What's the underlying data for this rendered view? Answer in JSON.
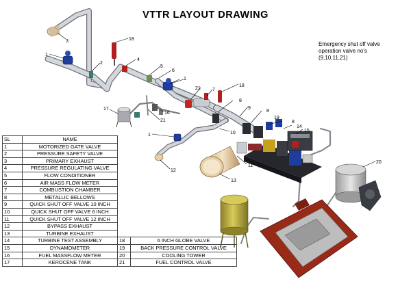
{
  "title": "VTTR LAYOUT DRAWING",
  "note": [
    "Emergency shut off valve",
    "operation valve no's",
    "(9,10,11,21)"
  ],
  "legend": {
    "header_sl": "SL",
    "header_name": "NAME",
    "rows": [
      {
        "sl": "1",
        "name": "MOTORIZED GATE VALVE"
      },
      {
        "sl": "2",
        "name": "PRESSURE SAFETY VALVE"
      },
      {
        "sl": "3",
        "name": "PRIMARY EXHAUST"
      },
      {
        "sl": "4",
        "name": "PRESSURE REGULATING VALVE"
      },
      {
        "sl": "5",
        "name": "FLOW CONDITIONER"
      },
      {
        "sl": "6",
        "name": "AIR MASS FLOW METER"
      },
      {
        "sl": "7",
        "name": "COMBUSTION CHAMBER"
      },
      {
        "sl": "8",
        "name": "METALLIC BELLOWS"
      },
      {
        "sl": "9",
        "name": "QUICK SHUT OFF VALVE 10 INCH"
      },
      {
        "sl": "10",
        "name": "QUICK SHUT OFF VALVE 6 INCH"
      },
      {
        "sl": "11",
        "name": "QUICK SHUT OFF VALVE 12 INCH"
      },
      {
        "sl": "12",
        "name": "BYPASS EXHAUST"
      },
      {
        "sl": "13",
        "name": "TURBINE EXHAUST"
      }
    ],
    "split_rows": [
      {
        "sl": "14",
        "name": "TURBINE TEST ASSEMBLY",
        "sl2": "18",
        "name2": "6 INCH GLOBE VALVE"
      },
      {
        "sl": "15",
        "name": "DYNAMOMETER",
        "sl2": "19",
        "name2": "BACK PRESSURE CONTROL VALVE"
      },
      {
        "sl": "16",
        "name": "FUEL MASSFLOW METER",
        "sl2": "20",
        "name2": "COOLING TOWER"
      },
      {
        "sl": "17",
        "name": "KEROCENE TANK",
        "sl2": "21",
        "name2": "FUEL CONTROL VALVE"
      }
    ]
  },
  "callouts": {
    "c1a": "1",
    "c1b": "1",
    "c1c": "1",
    "c2": "2",
    "c3": "3",
    "c4": "4",
    "c5": "5",
    "c6": "6",
    "c7": "7",
    "c8a": "8",
    "c8b": "8",
    "c8c": "8",
    "c9": "9",
    "c10": "10",
    "c11": "11",
    "c12": "12",
    "c13": "13",
    "c14": "14",
    "c15": "15",
    "c16": "16",
    "c17": "17",
    "c18a": "18",
    "c18b": "18",
    "c19": "19",
    "c20": "20",
    "c21a": "21",
    "c21b": "21"
  },
  "colors": {
    "pipe": "#c9ccd2",
    "pipe_edge": "#6e7078",
    "valve_blue": "#1f3d9c",
    "valve_red": "#b02020",
    "tank_yellow": "#b8aa3a",
    "basin_red": "#9a2a18",
    "tower_gray": "#b5b5b5"
  }
}
